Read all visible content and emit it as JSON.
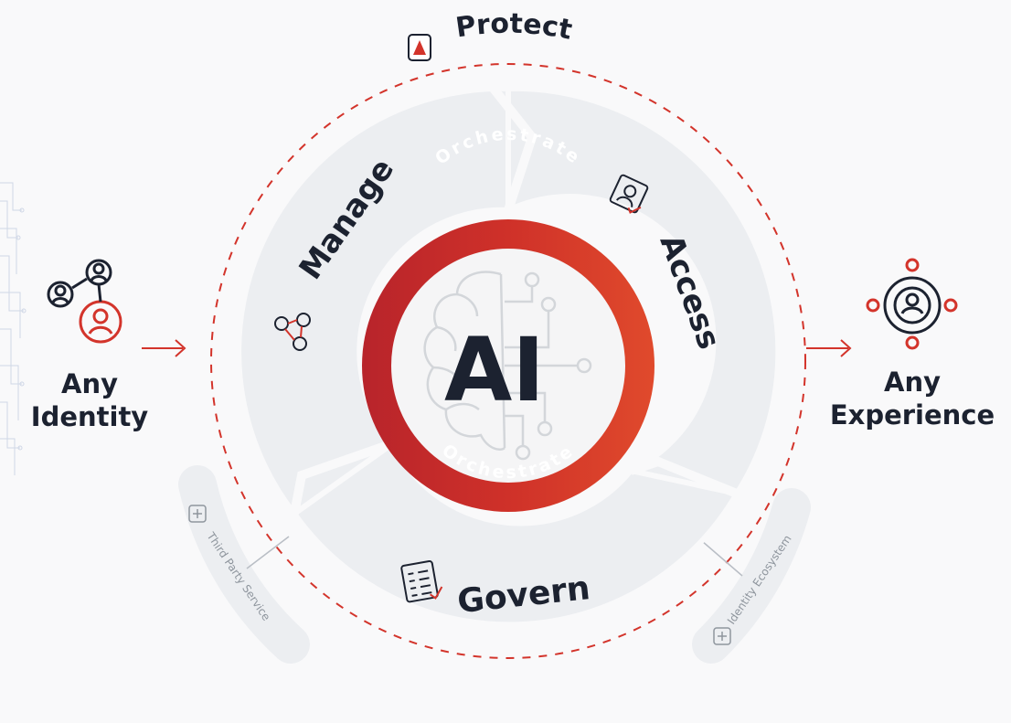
{
  "diagram": {
    "center": {
      "label": "AI",
      "ring_top": "Orchestrate",
      "ring_bottom": "Orchestrate"
    },
    "outer_ring_label": "Protect",
    "segments": [
      {
        "key": "manage",
        "label": "Manage",
        "icon": "team-connection-icon"
      },
      {
        "key": "access",
        "label": "Access",
        "icon": "id-card-check-icon"
      },
      {
        "key": "govern",
        "label": "Govern",
        "icon": "checklist-icon"
      }
    ],
    "pills": [
      {
        "key": "third-party",
        "label": "Third Party Service",
        "icon": "plus-box-icon"
      },
      {
        "key": "ecosystem",
        "label": "Identity Ecosystem",
        "icon": "plus-box-icon"
      }
    ],
    "left": {
      "line1": "Any",
      "line2": "Identity",
      "icon": "identity-users-icon"
    },
    "right": {
      "line1": "Any",
      "line2": "Experience",
      "icon": "experience-user-icon"
    },
    "colors": {
      "accent": "#d3342b",
      "dark_red": "#b8242b",
      "text": "#1c2230",
      "segment_fill": "#eceef1",
      "muted": "#8e959d"
    }
  }
}
